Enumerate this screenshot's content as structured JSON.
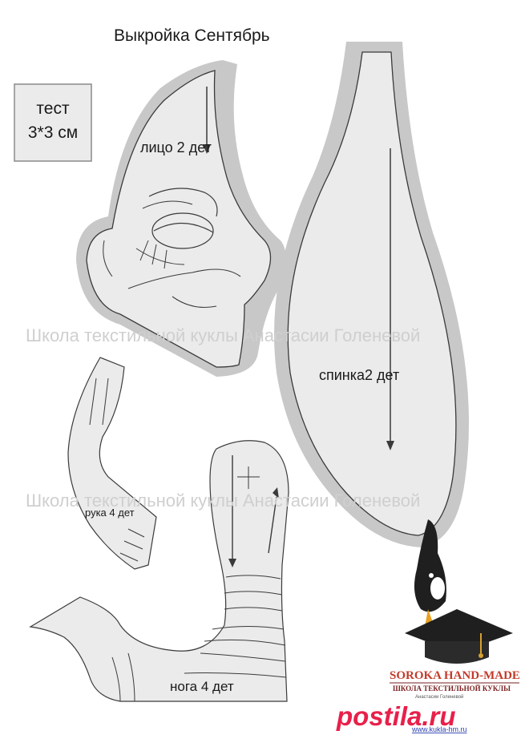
{
  "title": "Выкройка Сентябрь",
  "test_box": {
    "line1": "тест",
    "line2": "3*3 см"
  },
  "pieces": {
    "face": "лицо 2 дет",
    "back": "спинка2 дет",
    "arm": "рука 4 дет",
    "leg": "нога 4 дет"
  },
  "watermark": "Школа текстильной куклы Анастасии Голеневой",
  "logo": {
    "brand": "SOROKA HAND-MADE",
    "subtitle": "ШКОЛА ТЕКСТИЛЬНОЙ КУКЛЫ",
    "small": "Анастасии Голеневой"
  },
  "site_stamp": "postila.ru",
  "url": "www.kukla-hm.ru",
  "colors": {
    "seam_allowance": "#c8c8c8",
    "piece_fill": "#ebebeb",
    "outline": "#3a3a3a",
    "accent": "#e8204a"
  }
}
